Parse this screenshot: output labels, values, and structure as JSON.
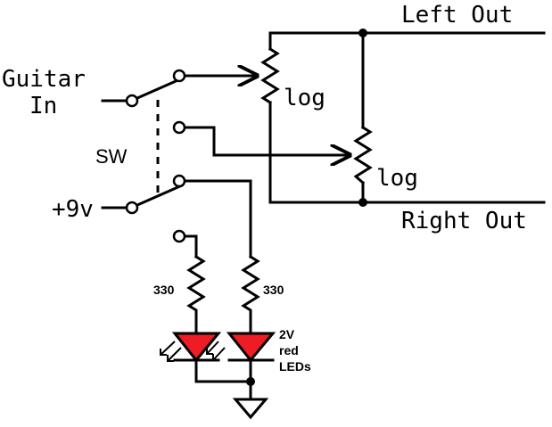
{
  "labels": {
    "left_out": "Left Out",
    "right_out": "Right Out",
    "guitar": "Guitar",
    "in": "In",
    "sw": "SW",
    "nine_v": "+9v",
    "log_upper": "log",
    "log_lower": "log",
    "r1": "330",
    "r2": "330",
    "led_2v": "2V",
    "led_red": "red",
    "led_leds": "LEDs"
  },
  "colors": {
    "wire": "#000000",
    "led_fill": "#ee1c24",
    "background": "#ffffff"
  }
}
